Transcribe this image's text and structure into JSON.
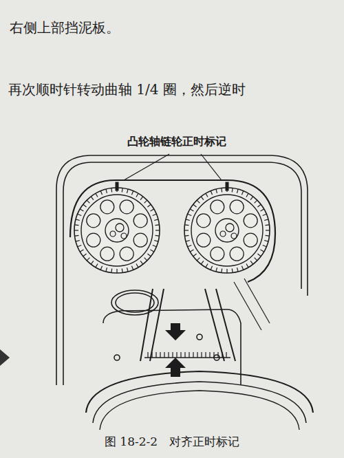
{
  "diagram": {
    "caption": "图 18-2-2　对齐正时标记",
    "labels": [
      "右侧上部挡泥板。",
      "再次顺时针转动曲轴 1/4 圈，然后逆时",
      "凸轮轴链轮正时标记"
    ]
  }
}
